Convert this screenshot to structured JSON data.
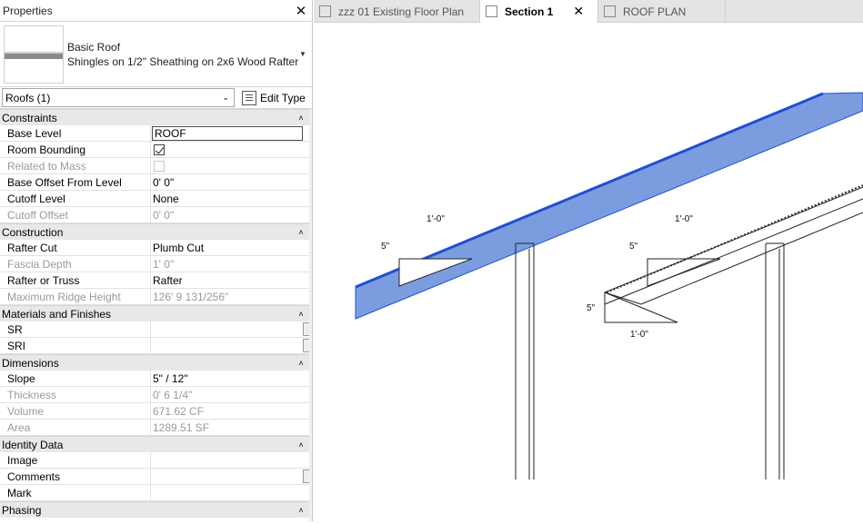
{
  "palette": {
    "title": "Properties",
    "close": "✕"
  },
  "type_selector": {
    "family": "Basic Roof",
    "type": "Shingles on 1/2\" Sheathing on 2x6 Wood Rafter"
  },
  "filter": {
    "value": "Roofs (1)",
    "edit_type": "Edit Type"
  },
  "categories": [
    {
      "name": "Constraints",
      "rows": [
        {
          "key": "Base Level",
          "value": "ROOF"
        },
        {
          "key": "Room Bounding",
          "value": "checked"
        },
        {
          "key": "Related to Mass",
          "value": "unchecked"
        },
        {
          "key": "Base Offset From Level",
          "value": "0'  0\""
        },
        {
          "key": "Cutoff Level",
          "value": "None"
        },
        {
          "key": "Cutoff Offset",
          "value": "0'  0\""
        }
      ]
    },
    {
      "name": "Construction",
      "rows": [
        {
          "key": "Rafter Cut",
          "value": "Plumb Cut"
        },
        {
          "key": "Fascia Depth",
          "value": "1'  0\""
        },
        {
          "key": "Rafter or Truss",
          "value": "Rafter"
        },
        {
          "key": "Maximum Ridge Height",
          "value": "126'  9 131/256\""
        }
      ]
    },
    {
      "name": "Materials and Finishes",
      "rows": [
        {
          "key": "SR",
          "value": ""
        },
        {
          "key": "SRI",
          "value": ""
        }
      ]
    },
    {
      "name": "Dimensions",
      "rows": [
        {
          "key": "Slope",
          "value": "5\" / 12\""
        },
        {
          "key": "Thickness",
          "value": "0'  6 1/4\""
        },
        {
          "key": "Volume",
          "value": "671.62 CF"
        },
        {
          "key": "Area",
          "value": "1289.51 SF"
        }
      ]
    },
    {
      "name": "Identity Data",
      "rows": [
        {
          "key": "Image",
          "value": ""
        },
        {
          "key": "Comments",
          "value": ""
        },
        {
          "key": "Mark",
          "value": ""
        }
      ]
    },
    {
      "name": "Phasing",
      "rows": []
    }
  ],
  "tabs": [
    {
      "label": "zzz 01 Existing Floor Plan",
      "active": false
    },
    {
      "label": "Section 1",
      "active": true
    },
    {
      "label": "ROOF PLAN",
      "active": false
    }
  ],
  "view": {
    "dim_labels": {
      "run": "1'-0\"",
      "rise": "5\""
    },
    "colors": {
      "roof_fill": "#7b9de0",
      "roof_edge": "#1f4fd0"
    }
  }
}
